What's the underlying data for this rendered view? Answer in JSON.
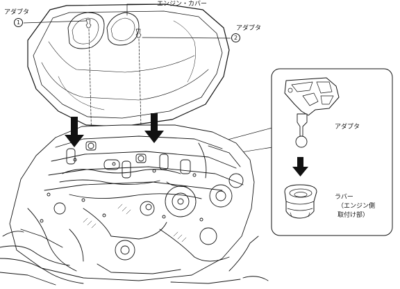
{
  "labels": {
    "adapter_1": "アダプタ",
    "adapter_2": "アダプタ",
    "engine_cover": "エンジン・カバー",
    "inset_adapter": "アダプタ",
    "inset_rubber": "ラバー",
    "inset_rubber_note_line1": "（エンジン側",
    "inset_rubber_note_line2": "取付け部）"
  },
  "callouts": {
    "one": "1",
    "two": "2"
  },
  "icons": [
    "down-arrow-icon",
    "down-arrow-icon",
    "down-arrow-icon"
  ]
}
